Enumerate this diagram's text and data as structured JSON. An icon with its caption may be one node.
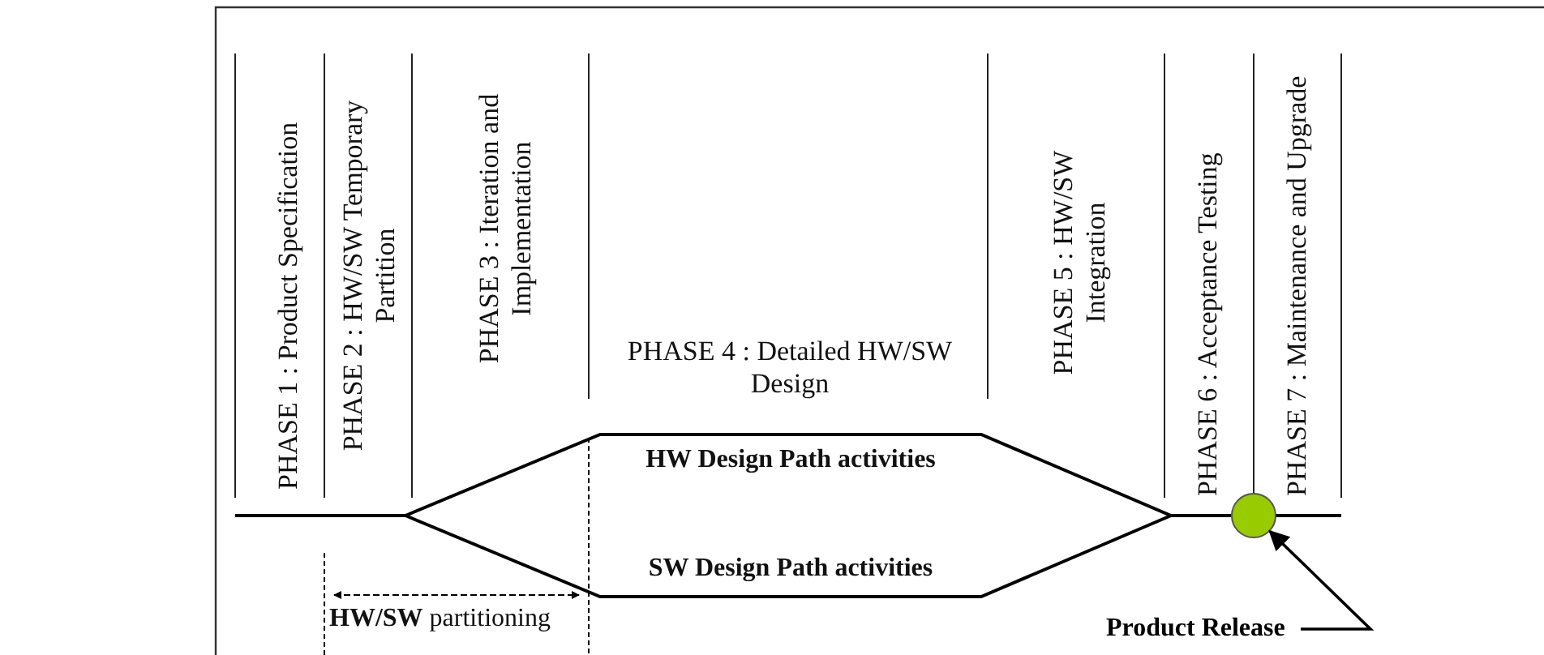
{
  "diagram": {
    "nodes": [
      {
        "text": [],
        "shape": "circle"
      },
      {
        "text": [
          "Product Release"
        ]
      }
    ],
    "edges": [
      {
        "from": 1,
        "to": 0,
        "arrow": "to"
      }
    ],
    "labels": [
      "PHASE 1 : Product Specification",
      "PHASE 2 : HW/SW Temporary Partition",
      "PHASE 3 : Iteration and Implementation",
      "PHASE 4 : Detailed HW/SW Design",
      "PHASE 5 : HW/SW Integration",
      "PHASE 6 : Acceptance Testing",
      "PHASE 7 : Maintenance and Upgrade",
      "HW Design Path activities",
      "SW Design Path activities",
      "**HW/SW** partitioning"
    ]
  }
}
